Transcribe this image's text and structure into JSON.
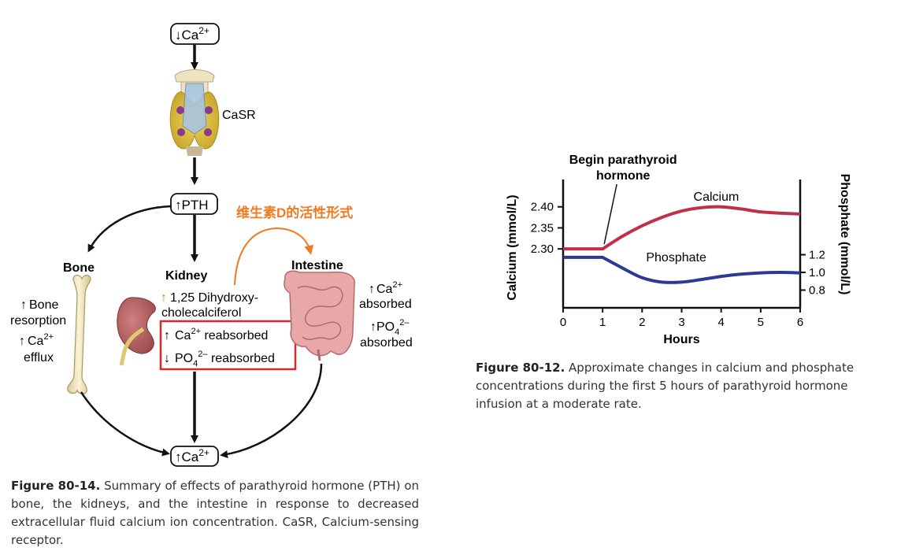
{
  "diagram": {
    "top_box": {
      "arrow": "↓",
      "text": "Ca",
      "sup": "2+"
    },
    "casr_label": "CaSR",
    "pth_box": {
      "arrow": "↑",
      "text": "PTH"
    },
    "chinese_annotation": "维生素D的活性形式",
    "bone": {
      "title": "Bone",
      "effect1_arrow": "↑",
      "effect1_line1": "Bone",
      "effect1_line2": "resorption",
      "effect2_arrow": "↑",
      "effect2_text": "Ca",
      "effect2_sup": "2+",
      "effect2_line2": "efflux"
    },
    "kidney": {
      "title": "Kidney",
      "vitd_arrow": "↑",
      "vitd_line1": "1,25 Dihydroxy-",
      "vitd_line2": "cholecalciferol",
      "ca_arrow": "↑",
      "ca_text": "Ca",
      "ca_sup": "2+",
      "ca_suffix": " reabsorbed",
      "po4_arrow": "↓",
      "po4_text": "PO",
      "po4_sub": "4",
      "po4_sup": "2–",
      "po4_suffix": " reabsorbed"
    },
    "intestine": {
      "title": "Intestine",
      "ca_arrow": "↑",
      "ca_text": "Ca",
      "ca_sup": "2+",
      "ca_line2": "absorbed",
      "po4_arrow": "↑",
      "po4_text": "PO",
      "po4_sub": "4",
      "po4_sup": "2–",
      "po4_line2": "absorbed"
    },
    "bottom_box": {
      "arrow": "↑",
      "text": "Ca",
      "sup": "2+"
    },
    "colors": {
      "highlight_box": "#e0252b",
      "chinese_text": "#f07a22",
      "arrow": "#111111"
    }
  },
  "caption_left": {
    "label": "Figure 80-14.",
    "text": " Summary of effects of parathyroid hormone (PTH) on bone, the kidneys, and the intestine in response to decreased extracellular fluid calcium ion concentration. CaSR, Calcium-sensing receptor."
  },
  "caption_right": {
    "label": "Figure 80-12.",
    "text": " Approximate changes in calcium and phosphate concentrations during the first 5 hours of parathyroid hormone infusion at a moderate rate."
  },
  "chart_data": {
    "type": "line",
    "xlabel": "Hours",
    "ylabel_left": "Calcium (mmol/L)",
    "ylabel_right": "Phosphate (mmol/L)",
    "x_ticks": [
      0,
      1,
      2,
      3,
      4,
      5,
      6
    ],
    "left_ticks": [
      "2.40",
      "2.35",
      "2.30"
    ],
    "right_ticks": [
      "1.2",
      "1.0",
      "0.8"
    ],
    "left_ylim": [
      2.16,
      2.465
    ],
    "right_ylim": [
      0.6,
      2.05
    ],
    "annotation_line1": "Begin parathyroid",
    "annotation_line2": "hormone",
    "annotation_x": 1,
    "series": [
      {
        "name": "Calcium",
        "axis": "left",
        "color": "#c0304a",
        "x": [
          0,
          1,
          1.5,
          2,
          2.5,
          3,
          3.5,
          4,
          4.5,
          5,
          5.5,
          6
        ],
        "y": [
          2.3,
          2.3,
          2.33,
          2.355,
          2.375,
          2.39,
          2.398,
          2.4,
          2.395,
          2.388,
          2.385,
          2.383
        ]
      },
      {
        "name": "Phosphate",
        "axis": "right",
        "color": "#2b3a95",
        "x": [
          0,
          1,
          1.5,
          2,
          2.5,
          3,
          3.5,
          4,
          4.5,
          5,
          5.5,
          6
        ],
        "y": [
          1.17,
          1.17,
          1.05,
          0.94,
          0.89,
          0.89,
          0.92,
          0.955,
          0.98,
          0.995,
          1.0,
          0.995
        ]
      }
    ]
  }
}
